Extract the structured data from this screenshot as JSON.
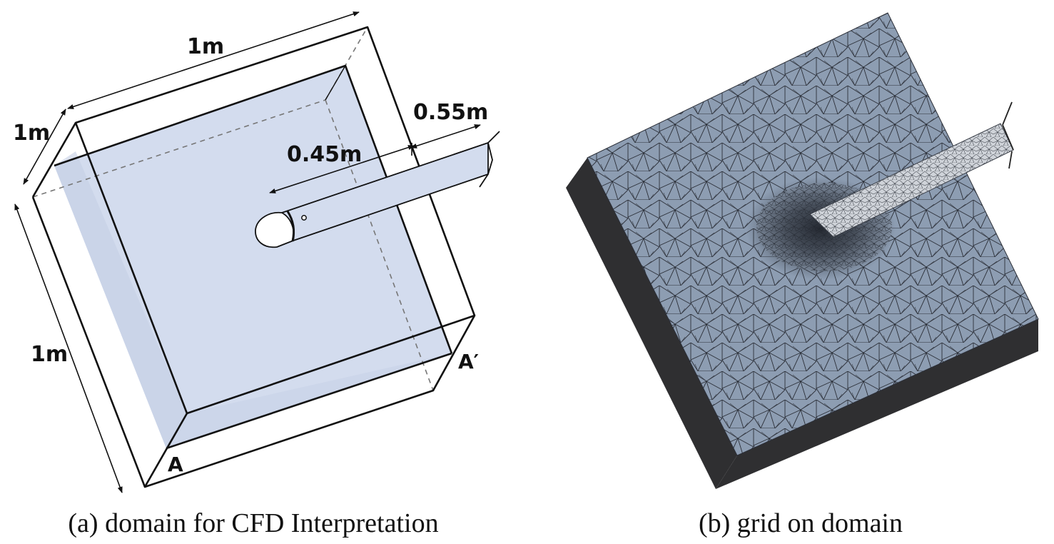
{
  "panel_a": {
    "dims": {
      "top_length": "1m",
      "left_depth": "1m",
      "left_height": "1m",
      "pipe_inner": "0.45m",
      "pipe_outer": "0.55m"
    },
    "points": {
      "a": "A",
      "a_prime": "A′"
    },
    "caption": "(a) domain for CFD Interpretation",
    "water_color": "#d3dcee",
    "line_color": "#111111"
  },
  "panel_b": {
    "caption": "(b) grid on domain",
    "mesh_color": "#8d9db2",
    "side_color": "#2f2f31"
  }
}
